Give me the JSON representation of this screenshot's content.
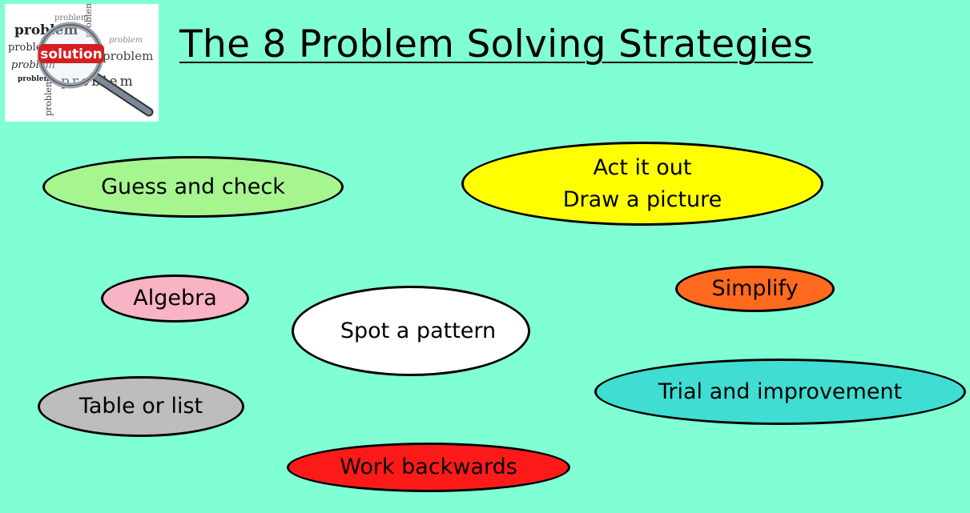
{
  "title": "The 8 Problem Solving Strategies",
  "logo": {
    "word_problem": "problem",
    "word_solution": "solution",
    "icon": "magnifying-glass-icon"
  },
  "colors": {
    "background": "#80ffd4",
    "guess": "#a6f58f",
    "act": "#ffff00",
    "algebra": "#f8b4c4",
    "simplify": "#ff6a1f",
    "pattern": "#ffffff",
    "table": "#bdbdbd",
    "trial": "#40ddd2",
    "backwards": "#ff1a1a"
  },
  "strategies": {
    "guess": "Guess and check",
    "act_line1": "Act it out",
    "act_line2": "Draw a picture",
    "algebra": "Algebra",
    "simplify": "Simplify",
    "pattern": "Spot a pattern",
    "table": "Table or list",
    "trial": "Trial and improvement",
    "backwards": "Work backwards"
  }
}
